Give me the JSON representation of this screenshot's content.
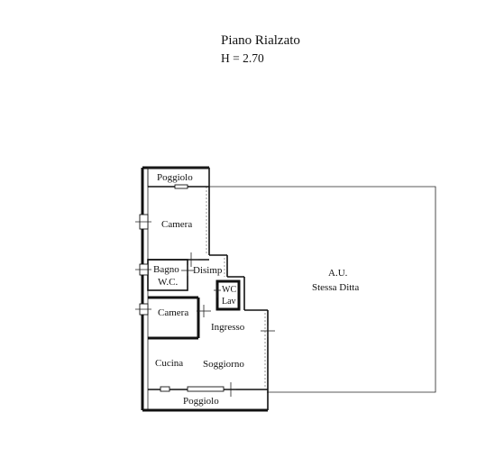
{
  "header": {
    "title": "Piano Rialzato",
    "height": "H = 2.70"
  },
  "rooms": {
    "poggiolo_top": "Poggiolo",
    "camera_top": "Camera",
    "bagno": "Bagno",
    "wc_main": "W.C.",
    "disimp": "Disimp",
    "wc_small": "WC",
    "lav": "Lav",
    "camera_mid": "Camera",
    "ingresso": "Ingresso",
    "cucina": "Cucina",
    "soggiorno": "Soggiorno",
    "poggiolo_bottom": "Poggiolo"
  },
  "adjacent": {
    "code": "A.U.",
    "owner": "Stessa Ditta"
  },
  "colors": {
    "line": "#111111",
    "background": "#ffffff"
  }
}
